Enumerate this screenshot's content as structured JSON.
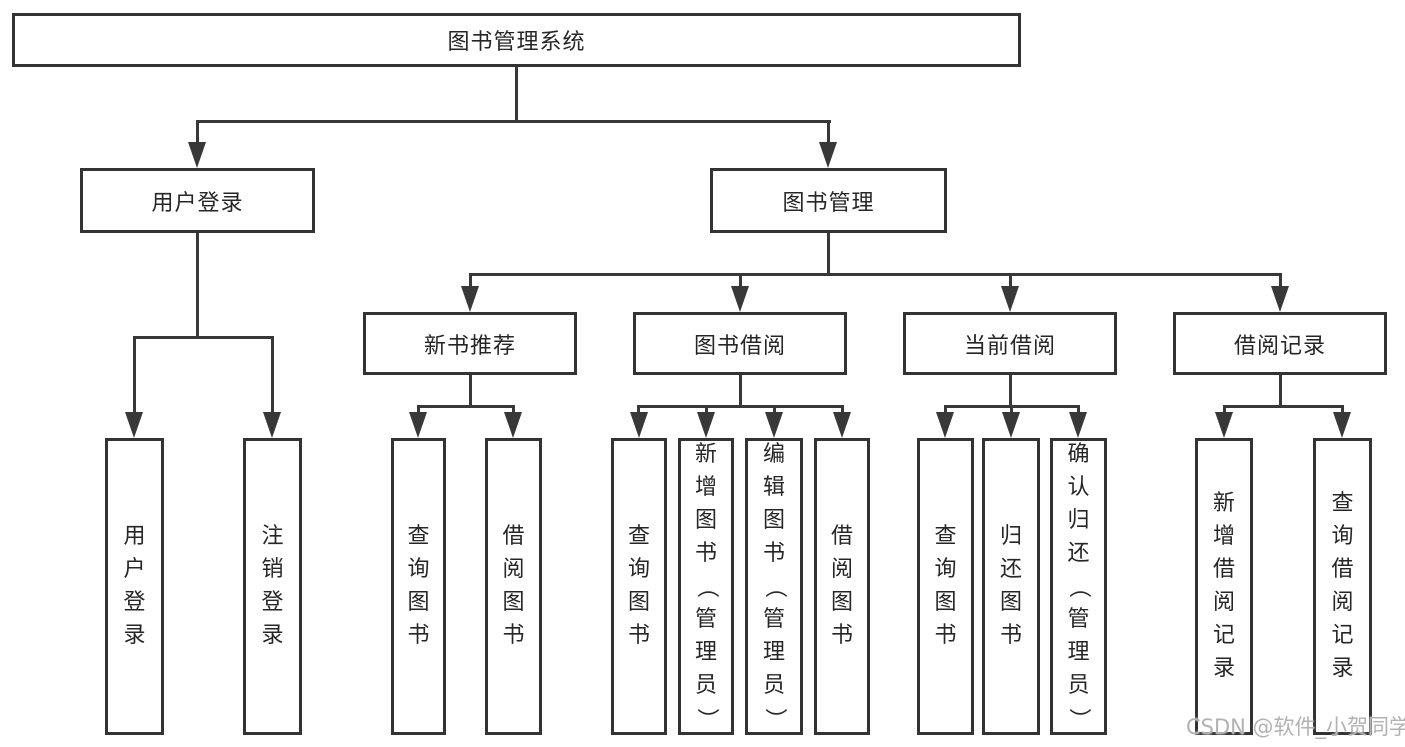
{
  "diagram": {
    "tree": {
      "label": "图书管理系统",
      "children": [
        {
          "label": "用户登录",
          "children": [
            {
              "label": "用户登录"
            },
            {
              "label": "注销登录"
            }
          ]
        },
        {
          "label": "图书管理",
          "children": [
            {
              "label": "新书推荐",
              "children": [
                {
                  "label": "查询图书"
                },
                {
                  "label": "借阅图书"
                }
              ]
            },
            {
              "label": "图书借阅",
              "children": [
                {
                  "label": "查询图书"
                },
                {
                  "label": "新增图书（管理员）"
                },
                {
                  "label": "编辑图书（管理员）"
                },
                {
                  "label": "借阅图书"
                }
              ]
            },
            {
              "label": "当前借阅",
              "children": [
                {
                  "label": "查询图书"
                },
                {
                  "label": "归还图书"
                },
                {
                  "label": "确认归还（管理员）"
                }
              ]
            },
            {
              "label": "借阅记录",
              "children": [
                {
                  "label": "新增借阅记录"
                },
                {
                  "label": "查询借阅记录"
                }
              ]
            }
          ]
        }
      ]
    },
    "colors": {
      "line": "#383838",
      "border": "#333333",
      "text": "#262626",
      "background": "#ffffff",
      "watermark": "#b2b2b2"
    }
  },
  "watermark": {
    "text": "CSDN @软件_小贺同学"
  }
}
